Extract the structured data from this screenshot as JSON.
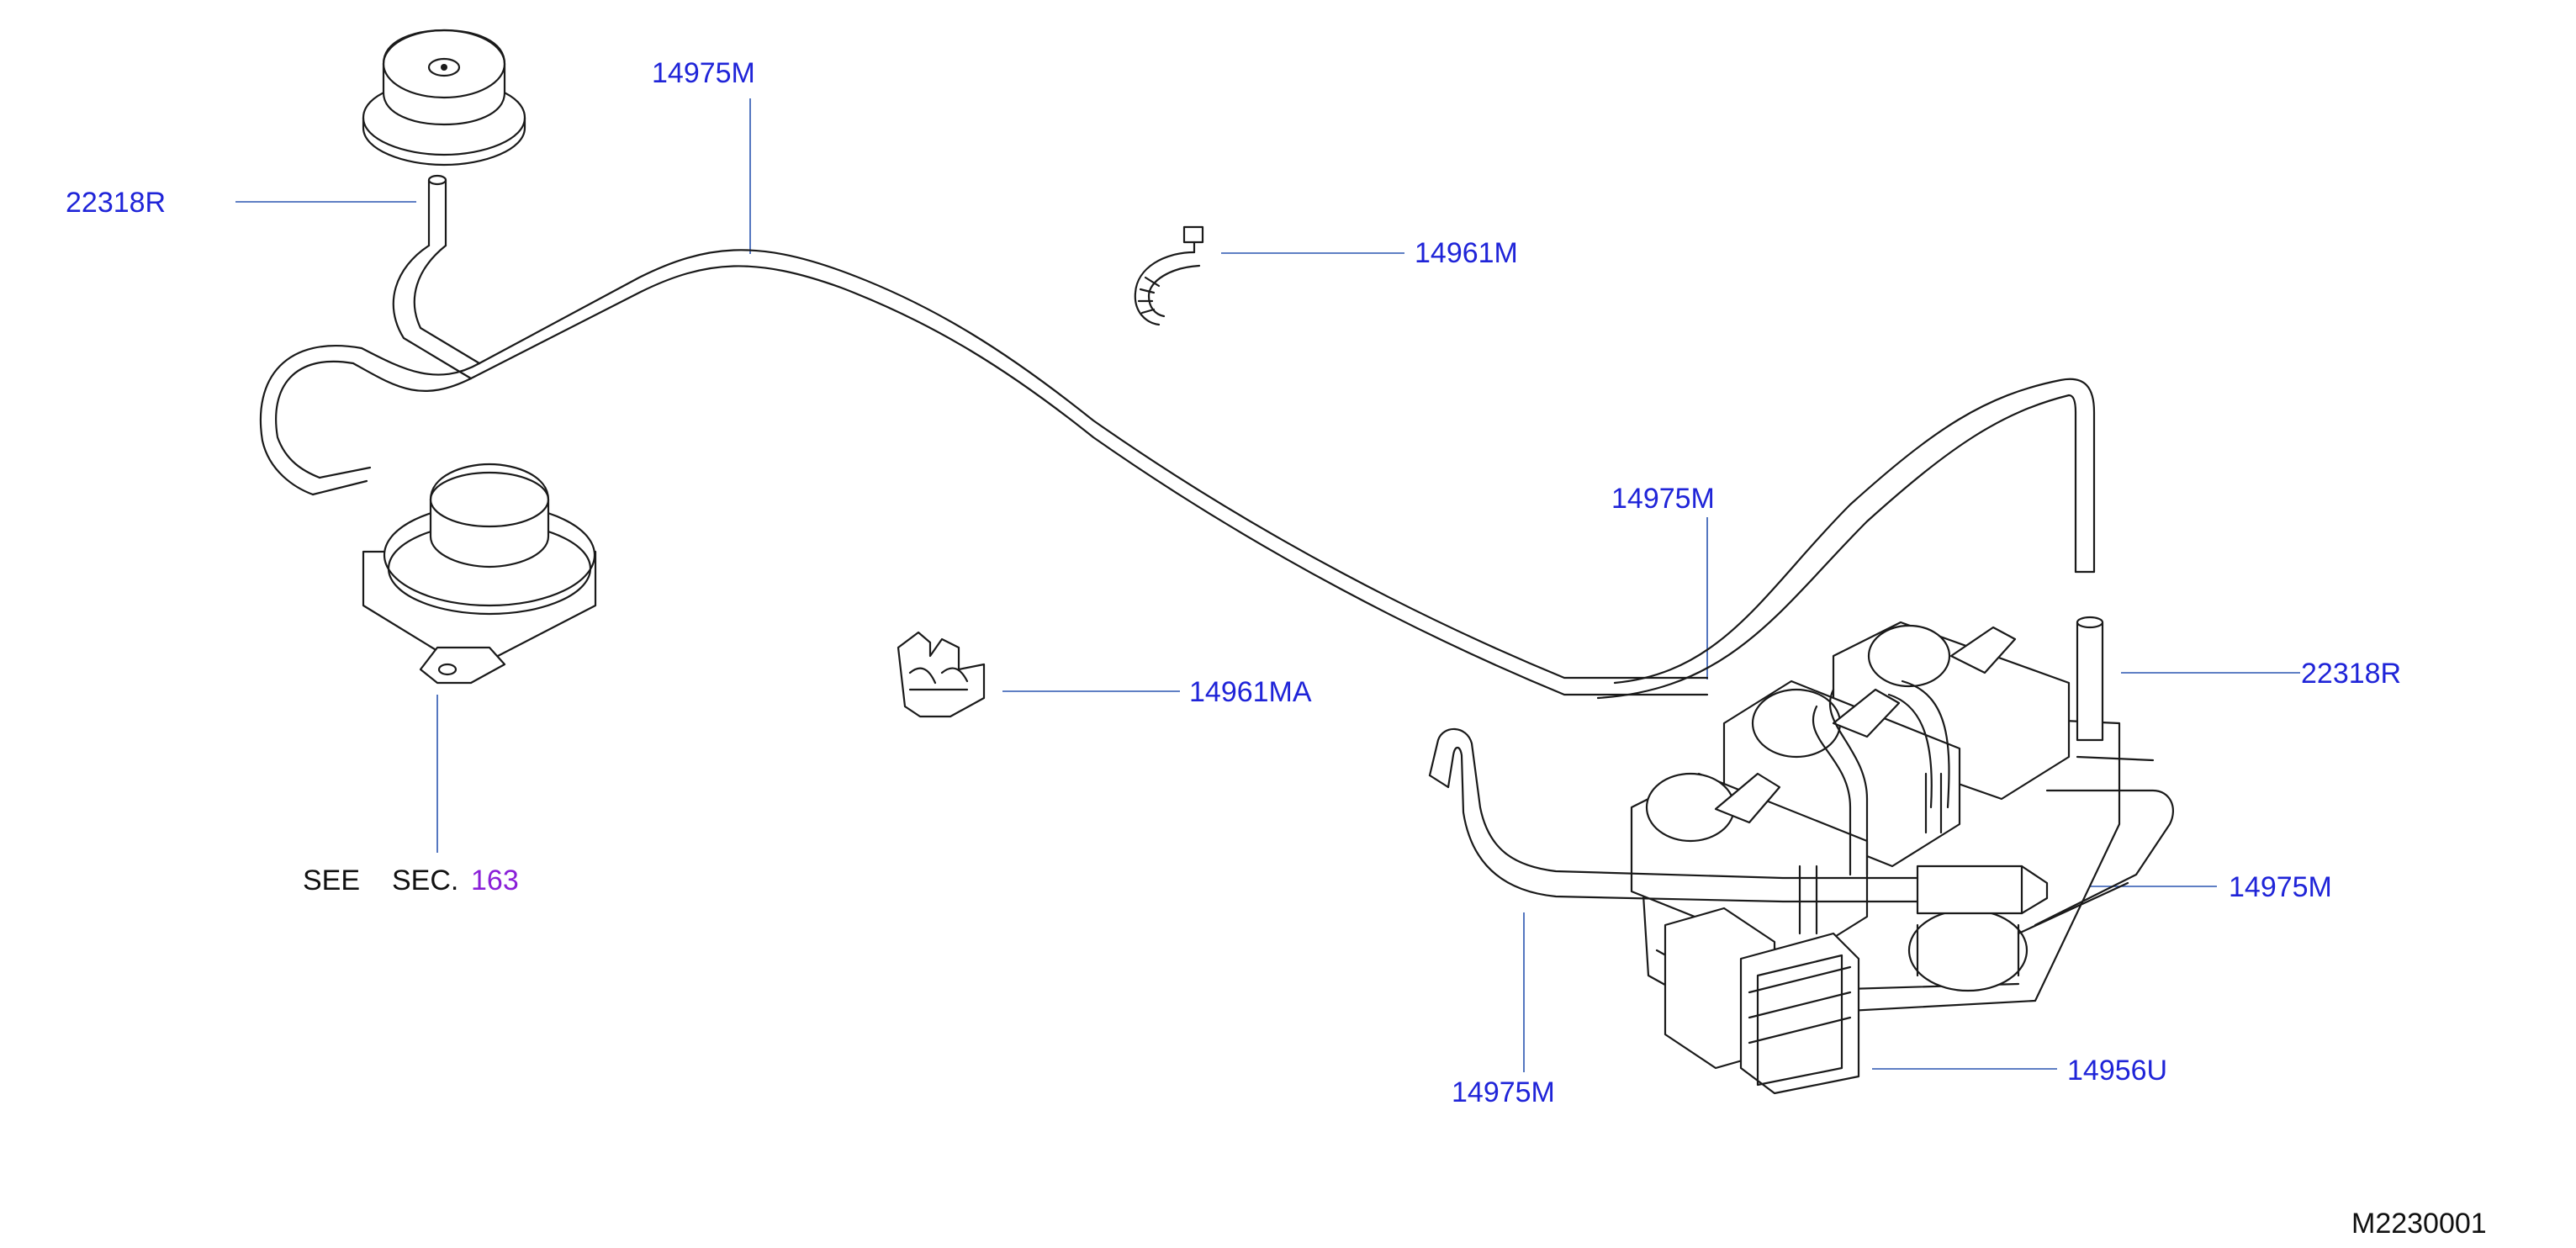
{
  "colors": {
    "label": "#1f24d8",
    "section_link": "#8a1fd8",
    "text": "#111111",
    "leader": "#2a55b0",
    "line_art": "#1a1a1a"
  },
  "labels": {
    "top_left_part": "22318R",
    "long_hose_top": "14975M",
    "clamp": "14961M",
    "hose_mid_right": "14975M",
    "right_top_part": "22318R",
    "clip": "14961MA",
    "right_hose": "14975M",
    "bottom_hose": "14975M",
    "solenoid_assy": "14956U"
  },
  "see_section": {
    "prefix": "SEE",
    "sec": "SEC.",
    "number": "163"
  },
  "diagram_code": "M2230001"
}
